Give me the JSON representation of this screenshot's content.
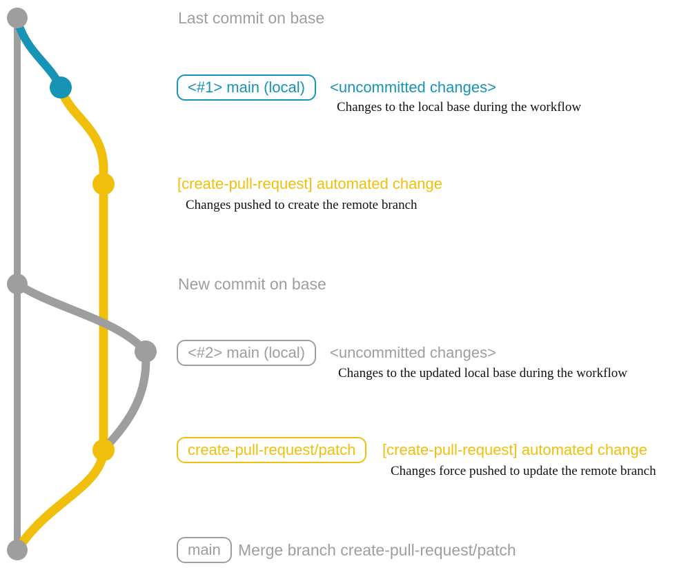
{
  "colors": {
    "gray": "#9e9e9e",
    "teal": "#1793b5",
    "yellow": "#f0bf0c",
    "ink": "#111111",
    "background": "#ffffff"
  },
  "graph": {
    "branches": [
      {
        "name": "base",
        "color": "#9e9e9e"
      },
      {
        "name": "local-main-before-fetch",
        "color": "#1793b5"
      },
      {
        "name": "create-pull-request-patch",
        "color": "#f0bf0c"
      },
      {
        "name": "local-main-after-fetch",
        "color": "#9e9e9e"
      }
    ],
    "commit_count": 7
  },
  "rows": [
    {
      "label": "Last commit on base"
    },
    {
      "badge": "<#1> main (local)",
      "title": "<uncommitted changes>",
      "note": "Changes to the local base during the workflow"
    },
    {
      "title": "[create-pull-request] automated change",
      "note": "Changes pushed to create the remote branch"
    },
    {
      "label": "New commit on base"
    },
    {
      "badge": "<#2> main (local)",
      "title": "<uncommitted changes>",
      "note": "Changes to the updated local base during the workflow"
    },
    {
      "badge": "create-pull-request/patch",
      "title": "[create-pull-request] automated change",
      "note": "Changes force pushed to update the remote branch"
    },
    {
      "badge": "main",
      "label": "Merge branch create-pull-request/patch"
    }
  ]
}
